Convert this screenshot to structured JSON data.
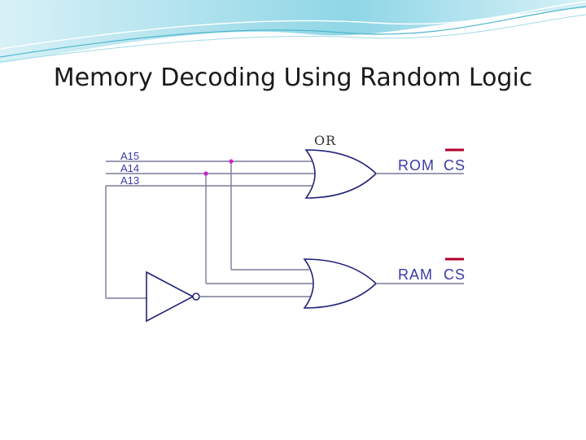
{
  "slide": {
    "title": "Memory Decoding Using Random Logic"
  },
  "diagram": {
    "inputs": [
      "A15",
      "A14",
      "A13"
    ],
    "gate_label": "OR",
    "outputs": [
      {
        "name": "ROM",
        "signal": "CS"
      },
      {
        "name": "RAM",
        "signal": "CS"
      }
    ],
    "colors": {
      "wire": "#7a7a9a",
      "gate": "#23237a",
      "text": "#3a3aa8",
      "junction": "#d020d0",
      "overbar": "#b0002a",
      "header_wave": "#6cc7d8"
    }
  }
}
